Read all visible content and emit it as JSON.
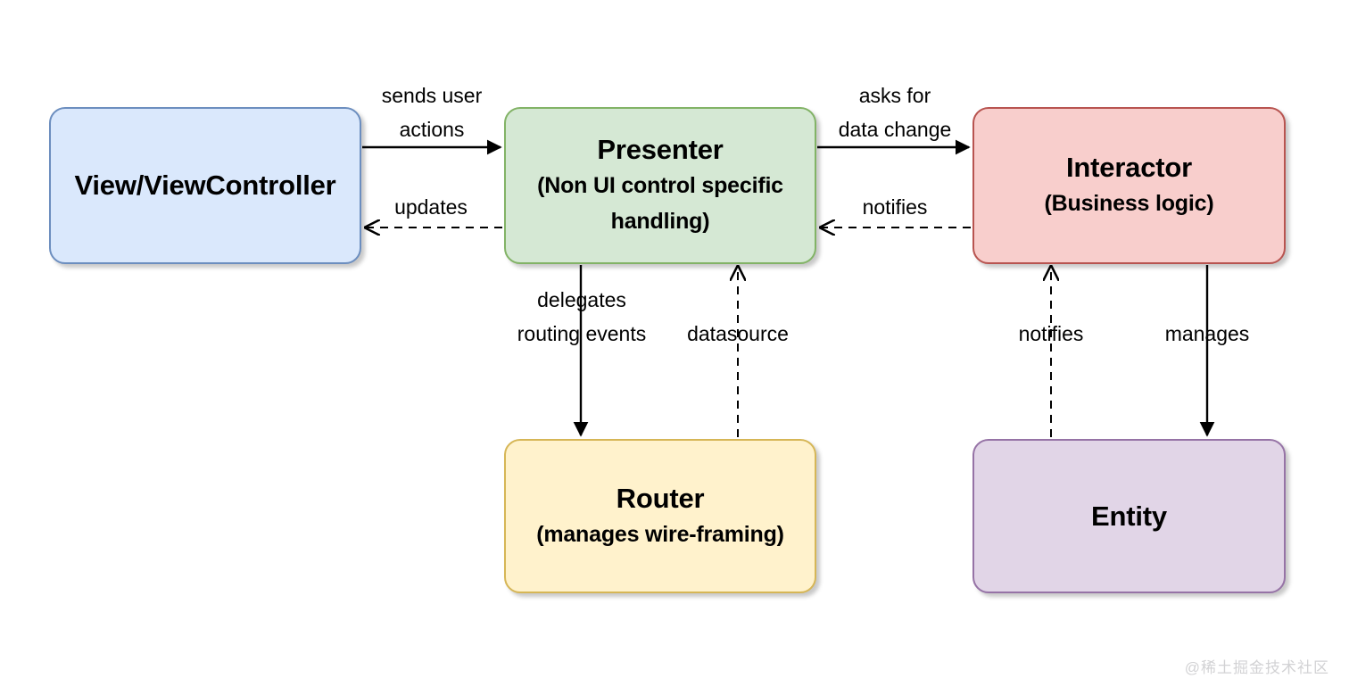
{
  "diagram": {
    "nodes": {
      "view": {
        "title": "View/ViewController",
        "subtitle": "",
        "fill": "#dae8fc",
        "stroke": "#6c8ebf"
      },
      "presenter": {
        "title": "Presenter",
        "subtitle": "(Non UI control specific handling)",
        "fill": "#d5e8d4",
        "stroke": "#82b366"
      },
      "interactor": {
        "title": "Interactor",
        "subtitle": "(Business logic)",
        "fill": "#f8cecc",
        "stroke": "#b85450"
      },
      "router": {
        "title": "Router",
        "subtitle": "(manages wire-framing)",
        "fill": "#fff2cc",
        "stroke": "#d6b656"
      },
      "entity": {
        "title": "Entity",
        "subtitle": "",
        "fill": "#e1d5e7",
        "stroke": "#9673a6"
      }
    },
    "edges": {
      "view_to_presenter": {
        "label": "sends user\nactions",
        "style": "solid",
        "direction": "right"
      },
      "presenter_to_view": {
        "label": "updates",
        "style": "dashed",
        "direction": "left"
      },
      "presenter_to_interactor": {
        "label": "asks for\ndata change",
        "style": "solid",
        "direction": "right"
      },
      "interactor_to_presenter": {
        "label": "notifies",
        "style": "dashed",
        "direction": "left"
      },
      "presenter_to_router": {
        "label": "delegates\nrouting events",
        "style": "solid",
        "direction": "down"
      },
      "router_to_presenter": {
        "label": "datasource",
        "style": "dashed",
        "direction": "up"
      },
      "entity_to_interactor": {
        "label": "notifies",
        "style": "dashed",
        "direction": "up"
      },
      "interactor_to_entity": {
        "label": "manages",
        "style": "solid",
        "direction": "down"
      }
    }
  },
  "watermark": {
    "text": "@稀土掘金技术社区"
  }
}
